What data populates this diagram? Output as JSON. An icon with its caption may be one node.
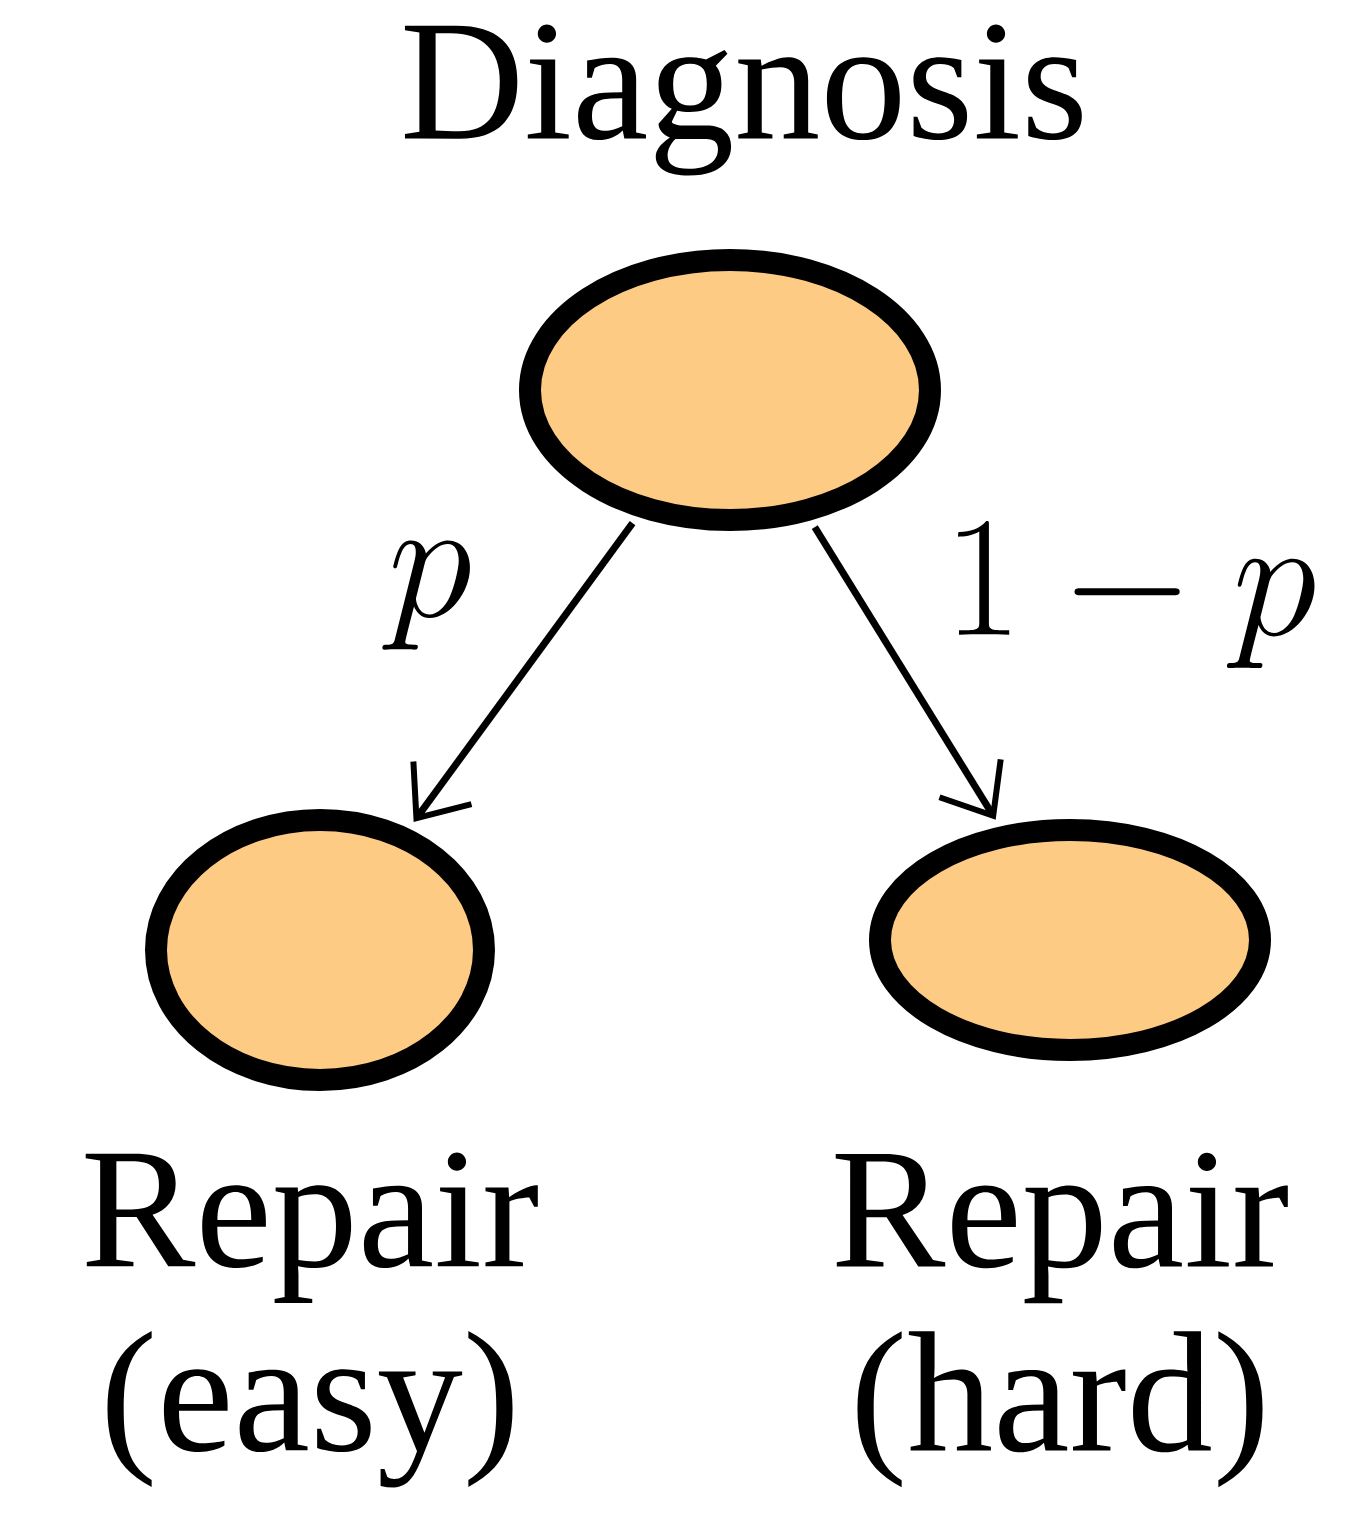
{
  "diagram": {
    "nodes": [
      {
        "text": [
          "Diagnosis"
        ]
      },
      {
        "text": [
          "Repair (easy)"
        ]
      },
      {
        "text": [
          "Repair (hard)"
        ]
      }
    ],
    "edges": [
      {
        "from": 0,
        "to": 1,
        "arrow": "to",
        "label": "p"
      },
      {
        "from": 0,
        "to": 2,
        "arrow": "to",
        "label": "1 - p"
      }
    ]
  }
}
